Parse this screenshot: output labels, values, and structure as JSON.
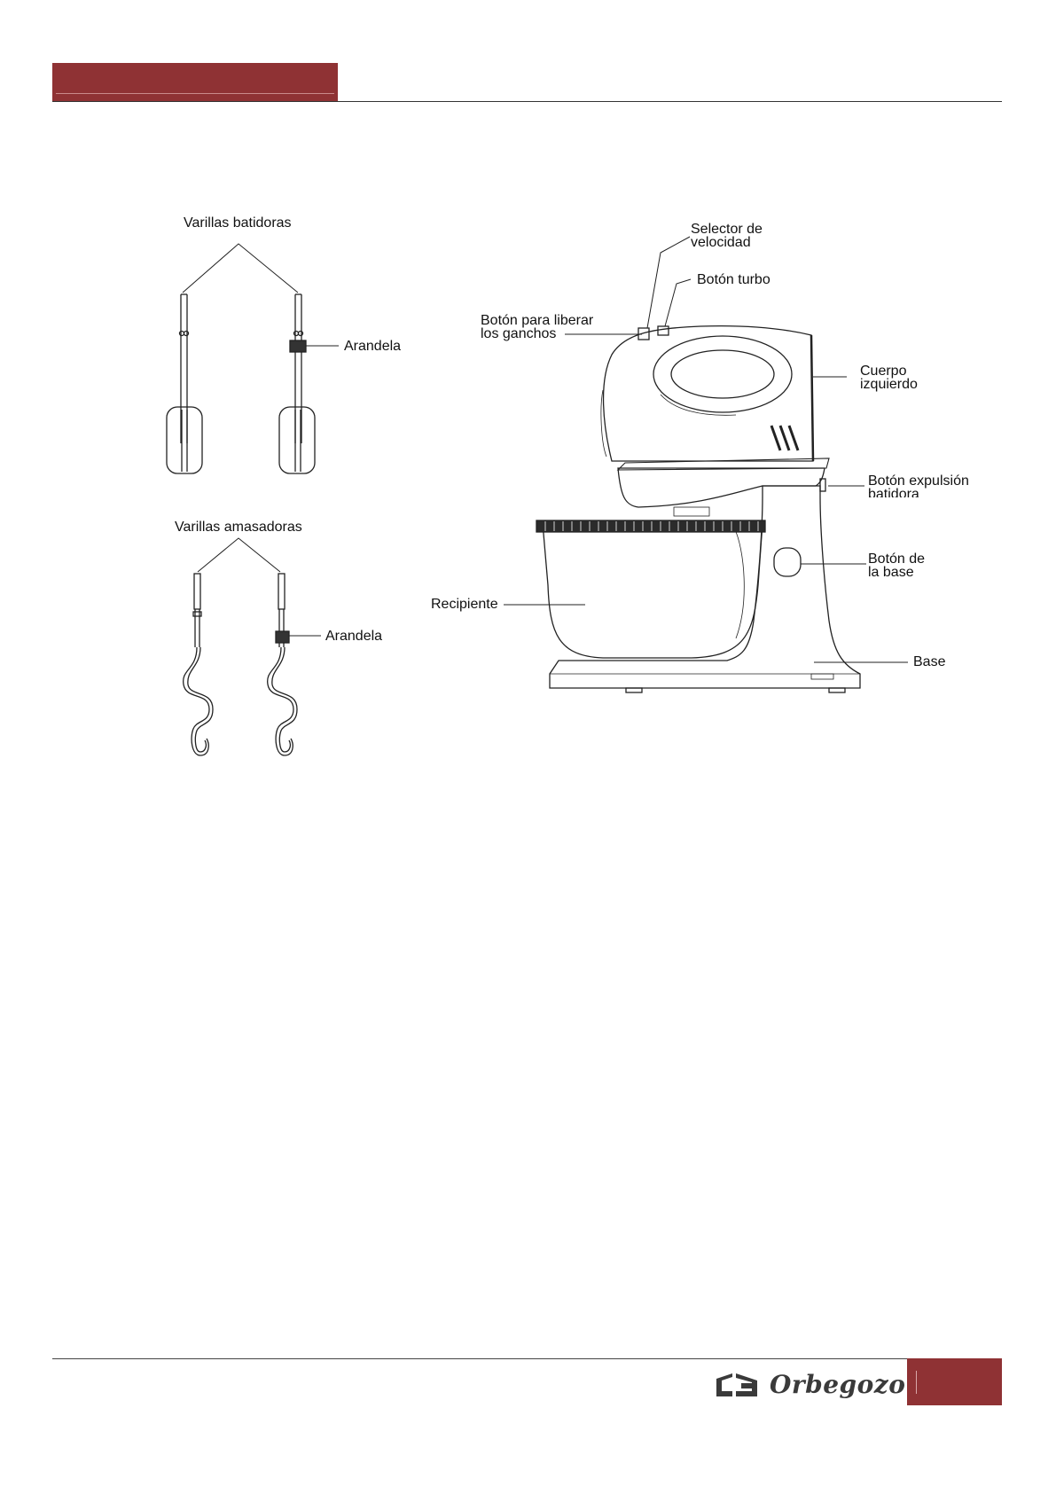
{
  "labels": {
    "varillas_batidoras": "Varillas batidoras",
    "arandela_1": "Arandela",
    "varillas_amasadoras": "Varillas amasadoras",
    "arandela_2": "Arandela",
    "selector_line1": "Selector de",
    "selector_line2": "velocidad",
    "boton_turbo": "Botón turbo",
    "liberar_line1": "Botón para liberar",
    "liberar_line2": "los ganchos",
    "cuerpo_line1": "Cuerpo",
    "cuerpo_line2": "izquierdo",
    "expulsion_line1": "Botón expulsión",
    "expulsion_line2": "batidora",
    "base_btn_line1": "Botón de",
    "base_btn_line2": "la base",
    "recipiente": "Recipiente",
    "base": "Base"
  },
  "footer": {
    "brand": "Orbegozo"
  },
  "colors": {
    "accent": "#8f3234",
    "line": "#222222"
  },
  "icons": {
    "logo": "orbegozo-logo"
  }
}
